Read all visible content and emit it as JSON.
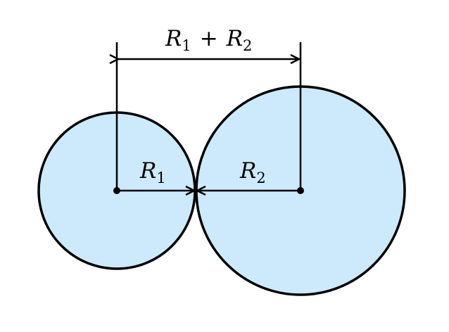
{
  "colors": {
    "circle_fill": "#cdeafd",
    "stroke": "#000000",
    "background": "#ffffff"
  },
  "labels": {
    "r1": {
      "var": "R",
      "sub": "1"
    },
    "r2": {
      "var": "R",
      "sub": "2"
    },
    "sum": {
      "var1": "R",
      "sub1": "1",
      "op": "+",
      "var2": "R",
      "sub2": "2"
    }
  }
}
